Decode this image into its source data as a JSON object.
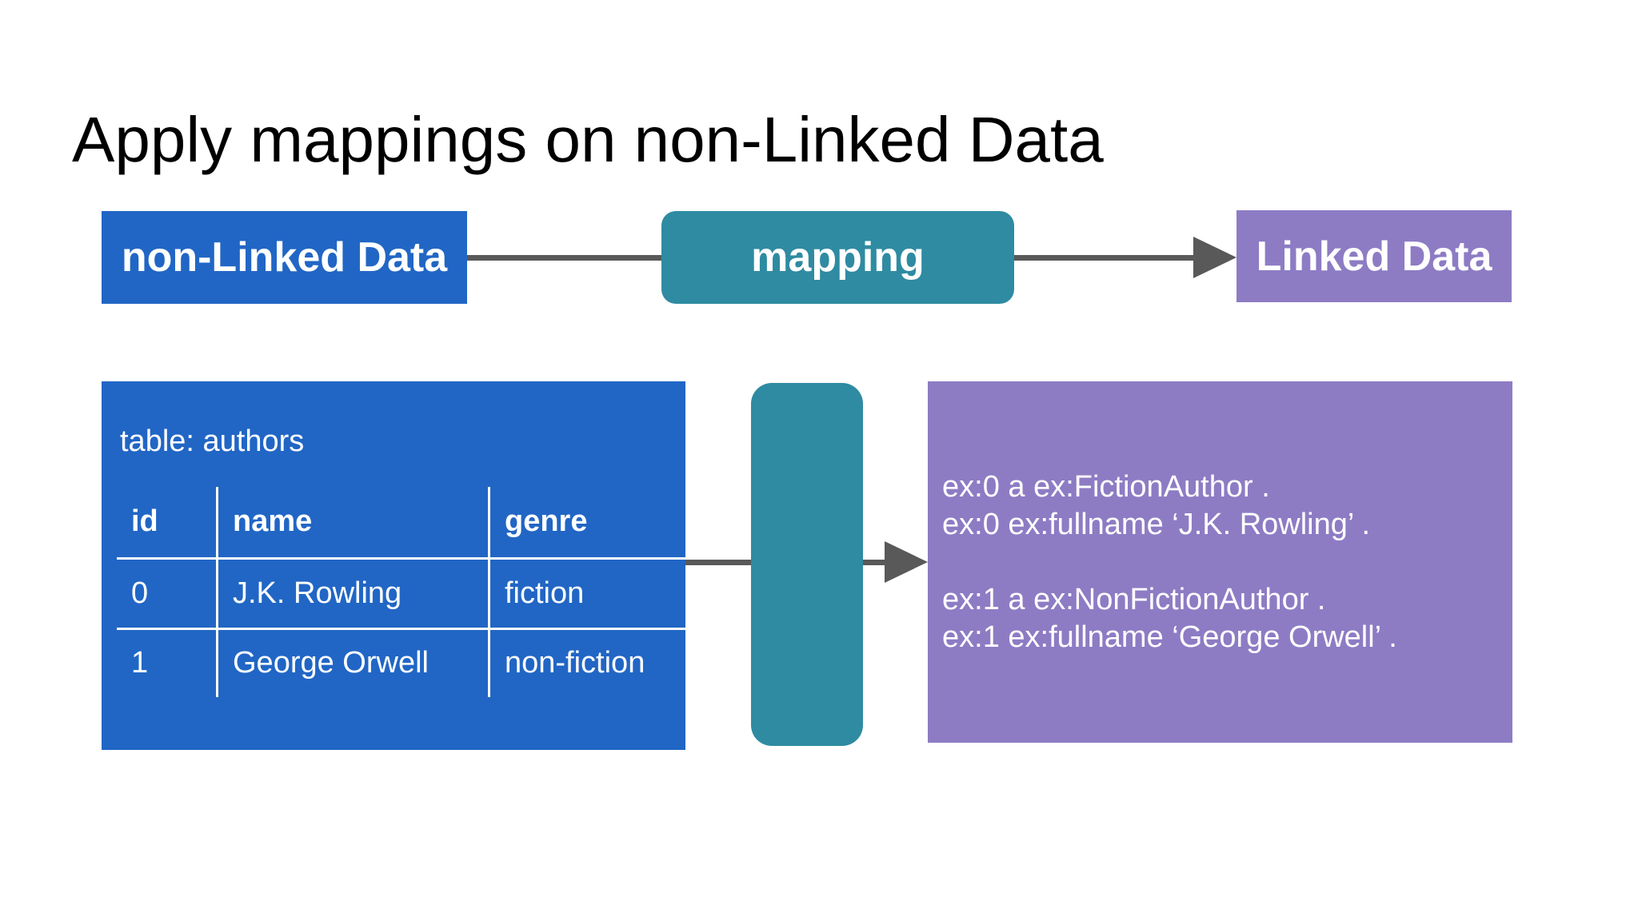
{
  "title": "Apply mappings on non-Linked Data",
  "flow": {
    "source_label": "non-Linked Data",
    "process_label": "mapping",
    "target_label": "Linked Data"
  },
  "source_detail": {
    "caption": "table: authors",
    "table": {
      "headers": [
        "id",
        "name",
        "genre"
      ],
      "rows": [
        [
          "0",
          "J.K. Rowling",
          "fiction"
        ],
        [
          "1",
          "George Orwell",
          "non-fiction"
        ]
      ]
    }
  },
  "target_detail": {
    "rdf_lines": [
      "ex:0 a ex:FictionAuthor .",
      "ex:0 ex:fullname ‘J.K. Rowling’ .",
      "",
      "ex:1 a ex:NonFictionAuthor .",
      "ex:1 ex:fullname ‘George Orwell’ ."
    ]
  },
  "colors": {
    "source_box": "#2166c5",
    "process_box": "#2e8ba2",
    "target_box": "#8d7cc4",
    "connector": "#595959",
    "text_on_shapes": "#ffffff",
    "title_text": "#000000",
    "background": "#ffffff"
  }
}
